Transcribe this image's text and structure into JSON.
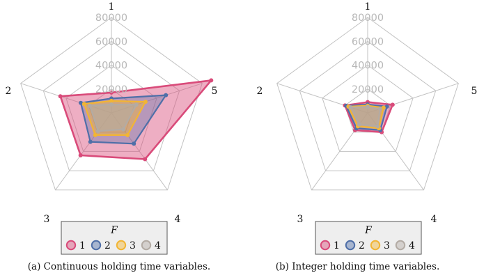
{
  "chart_data": [
    {
      "type": "radar",
      "caption": "(a) Continuous holding time variables.",
      "axes": [
        "1",
        "2",
        "3",
        "4",
        "5"
      ],
      "rlim": [
        0,
        80000
      ],
      "ticks": [
        "20000",
        "40000",
        "60000",
        "80000"
      ],
      "tick_values": [
        20000,
        40000,
        60000,
        80000
      ],
      "legend": {
        "title": "F",
        "placement": "bottom"
      },
      "series": [
        {
          "name": "1",
          "color": "#d94b7a",
          "values": [
            17000,
            45000,
            44000,
            48000,
            88000
          ]
        },
        {
          "name": "2",
          "color": "#4f6fa8",
          "values": [
            12000,
            27000,
            30000,
            32000,
            48000
          ]
        },
        {
          "name": "3",
          "color": "#f2b534",
          "values": [
            10000,
            24000,
            23000,
            23000,
            30000
          ]
        },
        {
          "name": "4",
          "color": "#b3aba4",
          "values": [
            7000,
            19000,
            19000,
            17000,
            22000
          ]
        }
      ]
    },
    {
      "type": "radar",
      "caption": "(b) Integer holding time variables.",
      "axes": [
        "1",
        "2",
        "3",
        "4",
        "5"
      ],
      "rlim": [
        0,
        80000
      ],
      "ticks": [
        "20000",
        "40000",
        "60000",
        "80000"
      ],
      "tick_values": [
        20000,
        40000,
        60000,
        80000
      ],
      "legend": {
        "title": "F",
        "placement": "bottom"
      },
      "series": [
        {
          "name": "1",
          "color": "#d94b7a",
          "values": [
            9000,
            20000,
            18000,
            20000,
            22000
          ]
        },
        {
          "name": "2",
          "color": "#4f6fa8",
          "values": [
            7000,
            19000,
            16000,
            18000,
            17000
          ]
        },
        {
          "name": "3",
          "color": "#f2b534",
          "values": [
            6000,
            17000,
            14000,
            16000,
            14000
          ]
        },
        {
          "name": "4",
          "color": "#b3aba4",
          "values": [
            5000,
            15000,
            12000,
            14000,
            11000
          ]
        }
      ]
    }
  ]
}
